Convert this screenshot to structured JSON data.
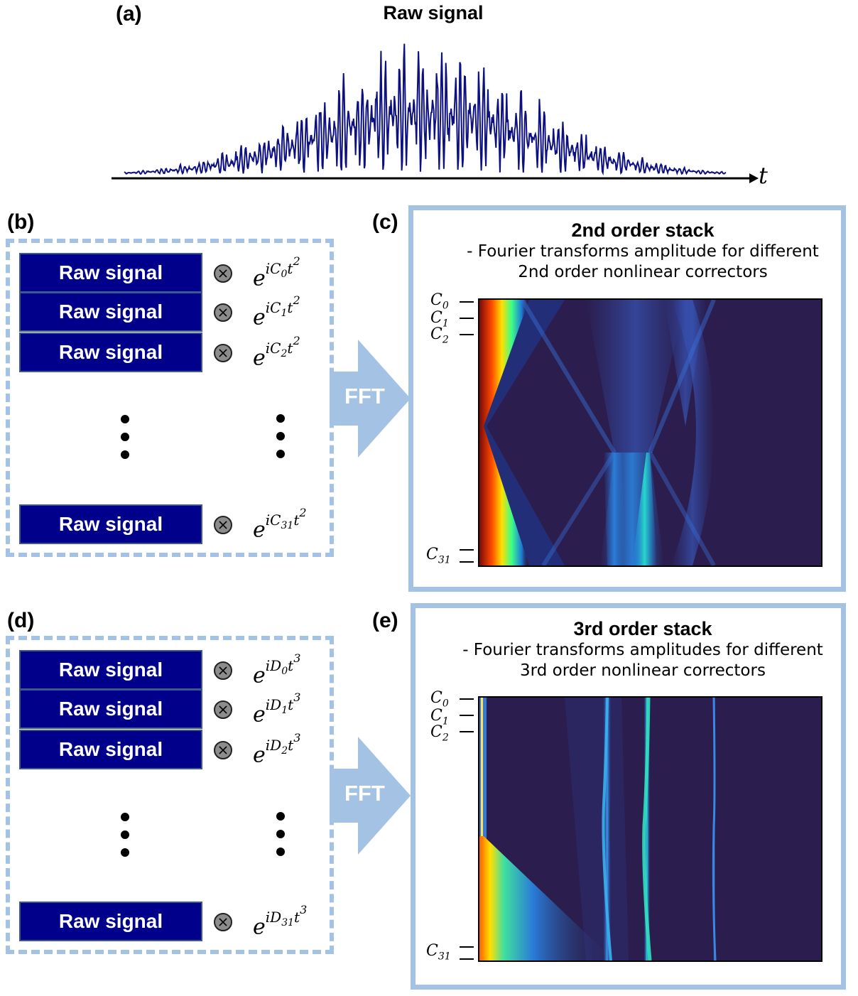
{
  "panels": {
    "a": {
      "label": "(a)",
      "title": "Raw signal",
      "axis_label": "t"
    },
    "b": {
      "label": "(b)"
    },
    "c": {
      "label": "(c)"
    },
    "d": {
      "label": "(d)"
    },
    "e": {
      "label": "(e)"
    }
  },
  "raw_label": "Raw signal",
  "fft_label": "FFT",
  "second_order": {
    "rows": [
      {
        "coef": "C",
        "index": "0",
        "power": "2"
      },
      {
        "coef": "C",
        "index": "1",
        "power": "2"
      },
      {
        "coef": "C",
        "index": "2",
        "power": "2"
      },
      {
        "coef": "C",
        "index": "31",
        "power": "2"
      }
    ],
    "stack_title": "2nd order stack",
    "stack_sub1": "- Fourier transforms amplitude for different",
    "stack_sub2": "2nd order nonlinear correctors",
    "y_labels": [
      {
        "coef": "C",
        "index": "0"
      },
      {
        "coef": "C",
        "index": "1"
      },
      {
        "coef": "C",
        "index": "2"
      },
      {
        "coef": "C",
        "index": "31"
      }
    ]
  },
  "third_order": {
    "rows": [
      {
        "coef": "D",
        "index": "0",
        "power": "3"
      },
      {
        "coef": "D",
        "index": "1",
        "power": "3"
      },
      {
        "coef": "D",
        "index": "2",
        "power": "3"
      },
      {
        "coef": "D",
        "index": "31",
        "power": "3"
      }
    ],
    "stack_title": "3rd order stack",
    "stack_sub1": "- Fourier transforms amplitudes for different",
    "stack_sub2": "3rd order nonlinear correctors",
    "y_labels": [
      {
        "coef": "C",
        "index": "0"
      },
      {
        "coef": "C",
        "index": "1"
      },
      {
        "coef": "C",
        "index": "2"
      },
      {
        "coef": "C",
        "index": "31"
      }
    ]
  },
  "colors": {
    "signal": "#0d1080",
    "raw_box": "#00008b",
    "frame": "#a4c2e4",
    "heat_bg": "#2a1840"
  }
}
